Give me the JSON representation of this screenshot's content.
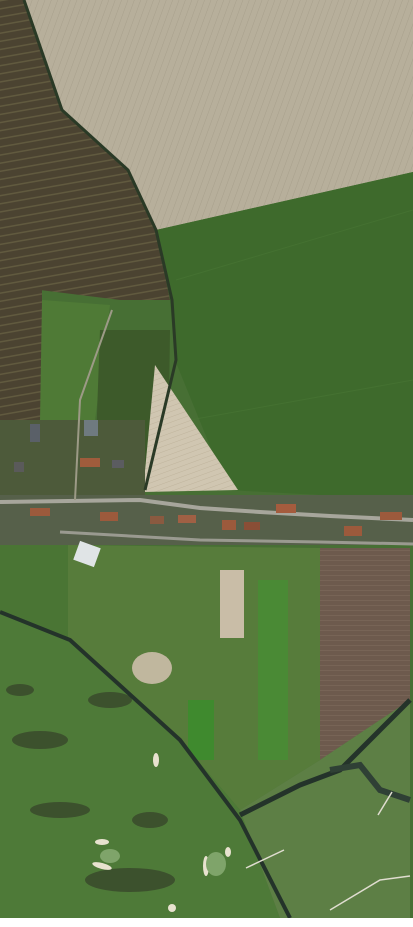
{
  "map": {
    "view": "satellite",
    "regions": [
      {
        "kind": "plowed-field",
        "tone": "#b8b09c"
      },
      {
        "kind": "green-pasture",
        "tone": "#3f6a2f"
      },
      {
        "kind": "orchard-rows",
        "tone": "#4a4632"
      },
      {
        "kind": "triangular-stubble-field",
        "tone": "#cfc4ae"
      },
      {
        "kind": "village-strip-along-road",
        "tone": "#6a6a5a"
      },
      {
        "kind": "paddocks-and-arenas",
        "tone": "#567b3c"
      },
      {
        "kind": "plowed-plot",
        "tone": "#6e5a4e"
      },
      {
        "kind": "golf-course",
        "tone": "#4e7a38"
      }
    ],
    "features": [
      {
        "kind": "road",
        "tone": "#9a9a90"
      },
      {
        "kind": "canal",
        "tone": "#2b3a2a"
      },
      {
        "kind": "sand-bunker",
        "tone": "#e8e2cf"
      },
      {
        "kind": "riding-arena",
        "tone": "#c9bda7"
      }
    ],
    "colors": {
      "road": "#a7a69c",
      "water": "#24332a",
      "roof": "#9c5a3c",
      "white_border": "#ffffff"
    }
  }
}
